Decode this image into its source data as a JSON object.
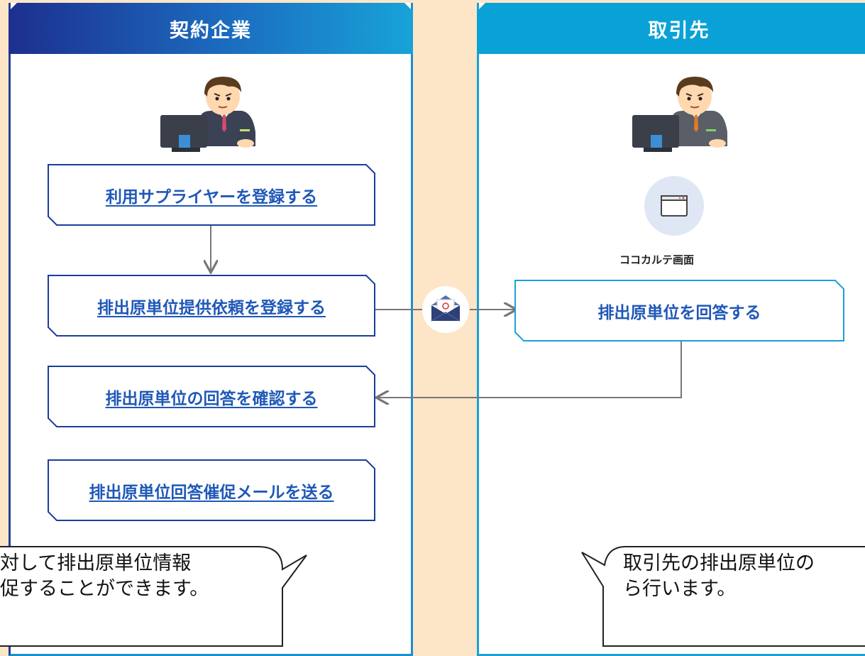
{
  "panels": {
    "left_title": "契約企業",
    "right_title": "取引先"
  },
  "left_steps": [
    "利用サプライヤーを登録する",
    "排出原単位提供依頼を登録する",
    "排出原単位の回答を確認する",
    "排出原単位回答催促メールを送る"
  ],
  "right_step": "排出原単位を回答する",
  "screen_label": "ココカルテ画面",
  "bubbles": {
    "left": [
      "対して排出原単位情報",
      "促することができます。"
    ],
    "right": [
      "取引先の排出原単位の",
      "ら行います。"
    ]
  },
  "icons": {
    "person": "businessman-at-computer-icon",
    "mail": "email-envelope-icon",
    "screen": "browser-window-icon"
  },
  "colors": {
    "background": "#fde6c8",
    "left_header": "#1d2f8f",
    "right_header": "#0aa2d6",
    "link": "#1f58b8"
  }
}
